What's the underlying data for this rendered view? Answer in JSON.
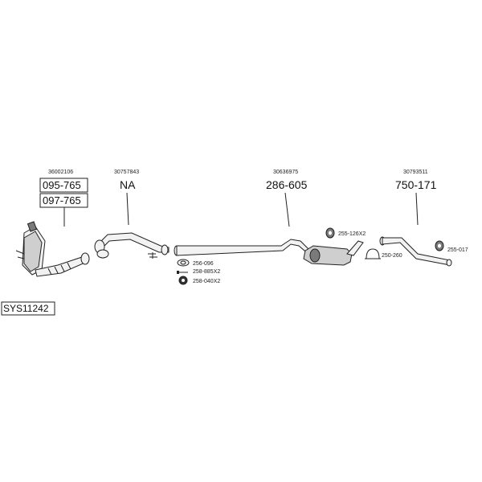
{
  "system_code": "SYS11242",
  "groups": [
    {
      "ref": "36002106",
      "parts": [
        "095-765",
        "097-765"
      ]
    },
    {
      "ref": "30757843",
      "parts": [
        "NA"
      ]
    },
    {
      "ref": "30636975",
      "parts": [
        "286-605"
      ]
    },
    {
      "ref": "30793511",
      "parts": [
        "750-171"
      ]
    }
  ],
  "accessories": [
    "256-096",
    "258-885X2",
    "258-040X2",
    "255-126X2",
    "250-260",
    "255-017"
  ]
}
